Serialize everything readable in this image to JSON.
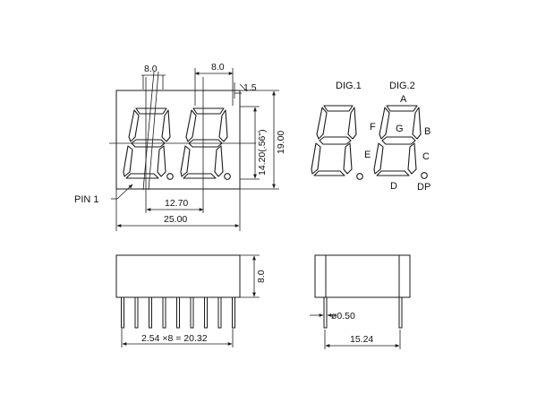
{
  "front_view": {
    "dim_segment_width": "8.0",
    "dim_digit_width": "8.0",
    "dim_margin": "1.5",
    "dim_digit_height": "14.20(.56\")",
    "dim_overall_height": "19.00",
    "dim_pitch": "12.70",
    "dim_overall_width": "25.00",
    "pin1_label": "PIN 1"
  },
  "segment_diagram": {
    "dig1_label": "DIG.1",
    "dig2_label": "DIG.2",
    "segments": {
      "a": "A",
      "b": "B",
      "c": "C",
      "d": "D",
      "e": "E",
      "f": "F",
      "g": "G",
      "dp": "DP"
    }
  },
  "bottom_view": {
    "dim_height": "8.0",
    "dim_pin_spacing": "2.54 ×8 = 20.32"
  },
  "side_view": {
    "dim_pin_diameter": "ø0.50",
    "dim_row_spacing": "15.24"
  },
  "colors": {
    "line": "#1a1a1a",
    "background": "#ffffff"
  }
}
